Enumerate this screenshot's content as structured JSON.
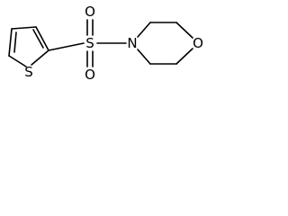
{
  "molecule": {
    "atoms": {
      "thiophene_sulfur": "S",
      "sulfonyl_sulfur": "S",
      "sulfonyl_oxygen_top": "O",
      "sulfonyl_oxygen_bottom": "O",
      "morpholine_nitrogen": "N",
      "morpholine_oxygen": "O"
    }
  }
}
